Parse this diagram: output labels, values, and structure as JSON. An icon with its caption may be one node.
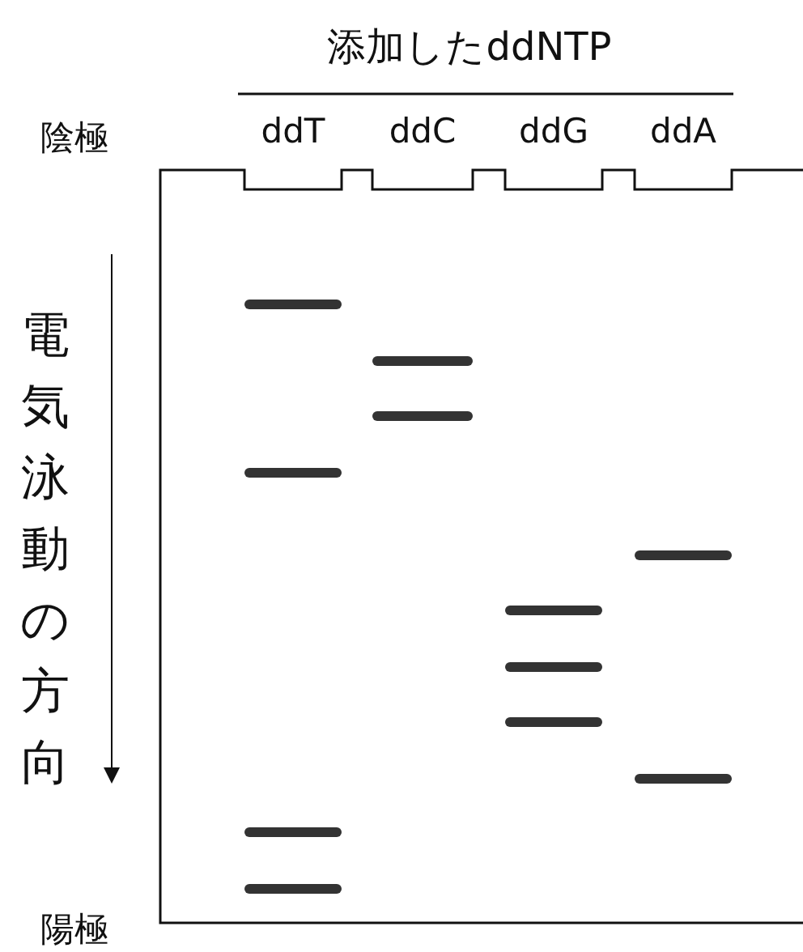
{
  "diagram": {
    "title": "添加したddNTP",
    "labels": [
      "陰極",
      "ddT",
      "ddC",
      "ddG",
      "ddA",
      "電気泳動の方向",
      "陽極"
    ]
  }
}
